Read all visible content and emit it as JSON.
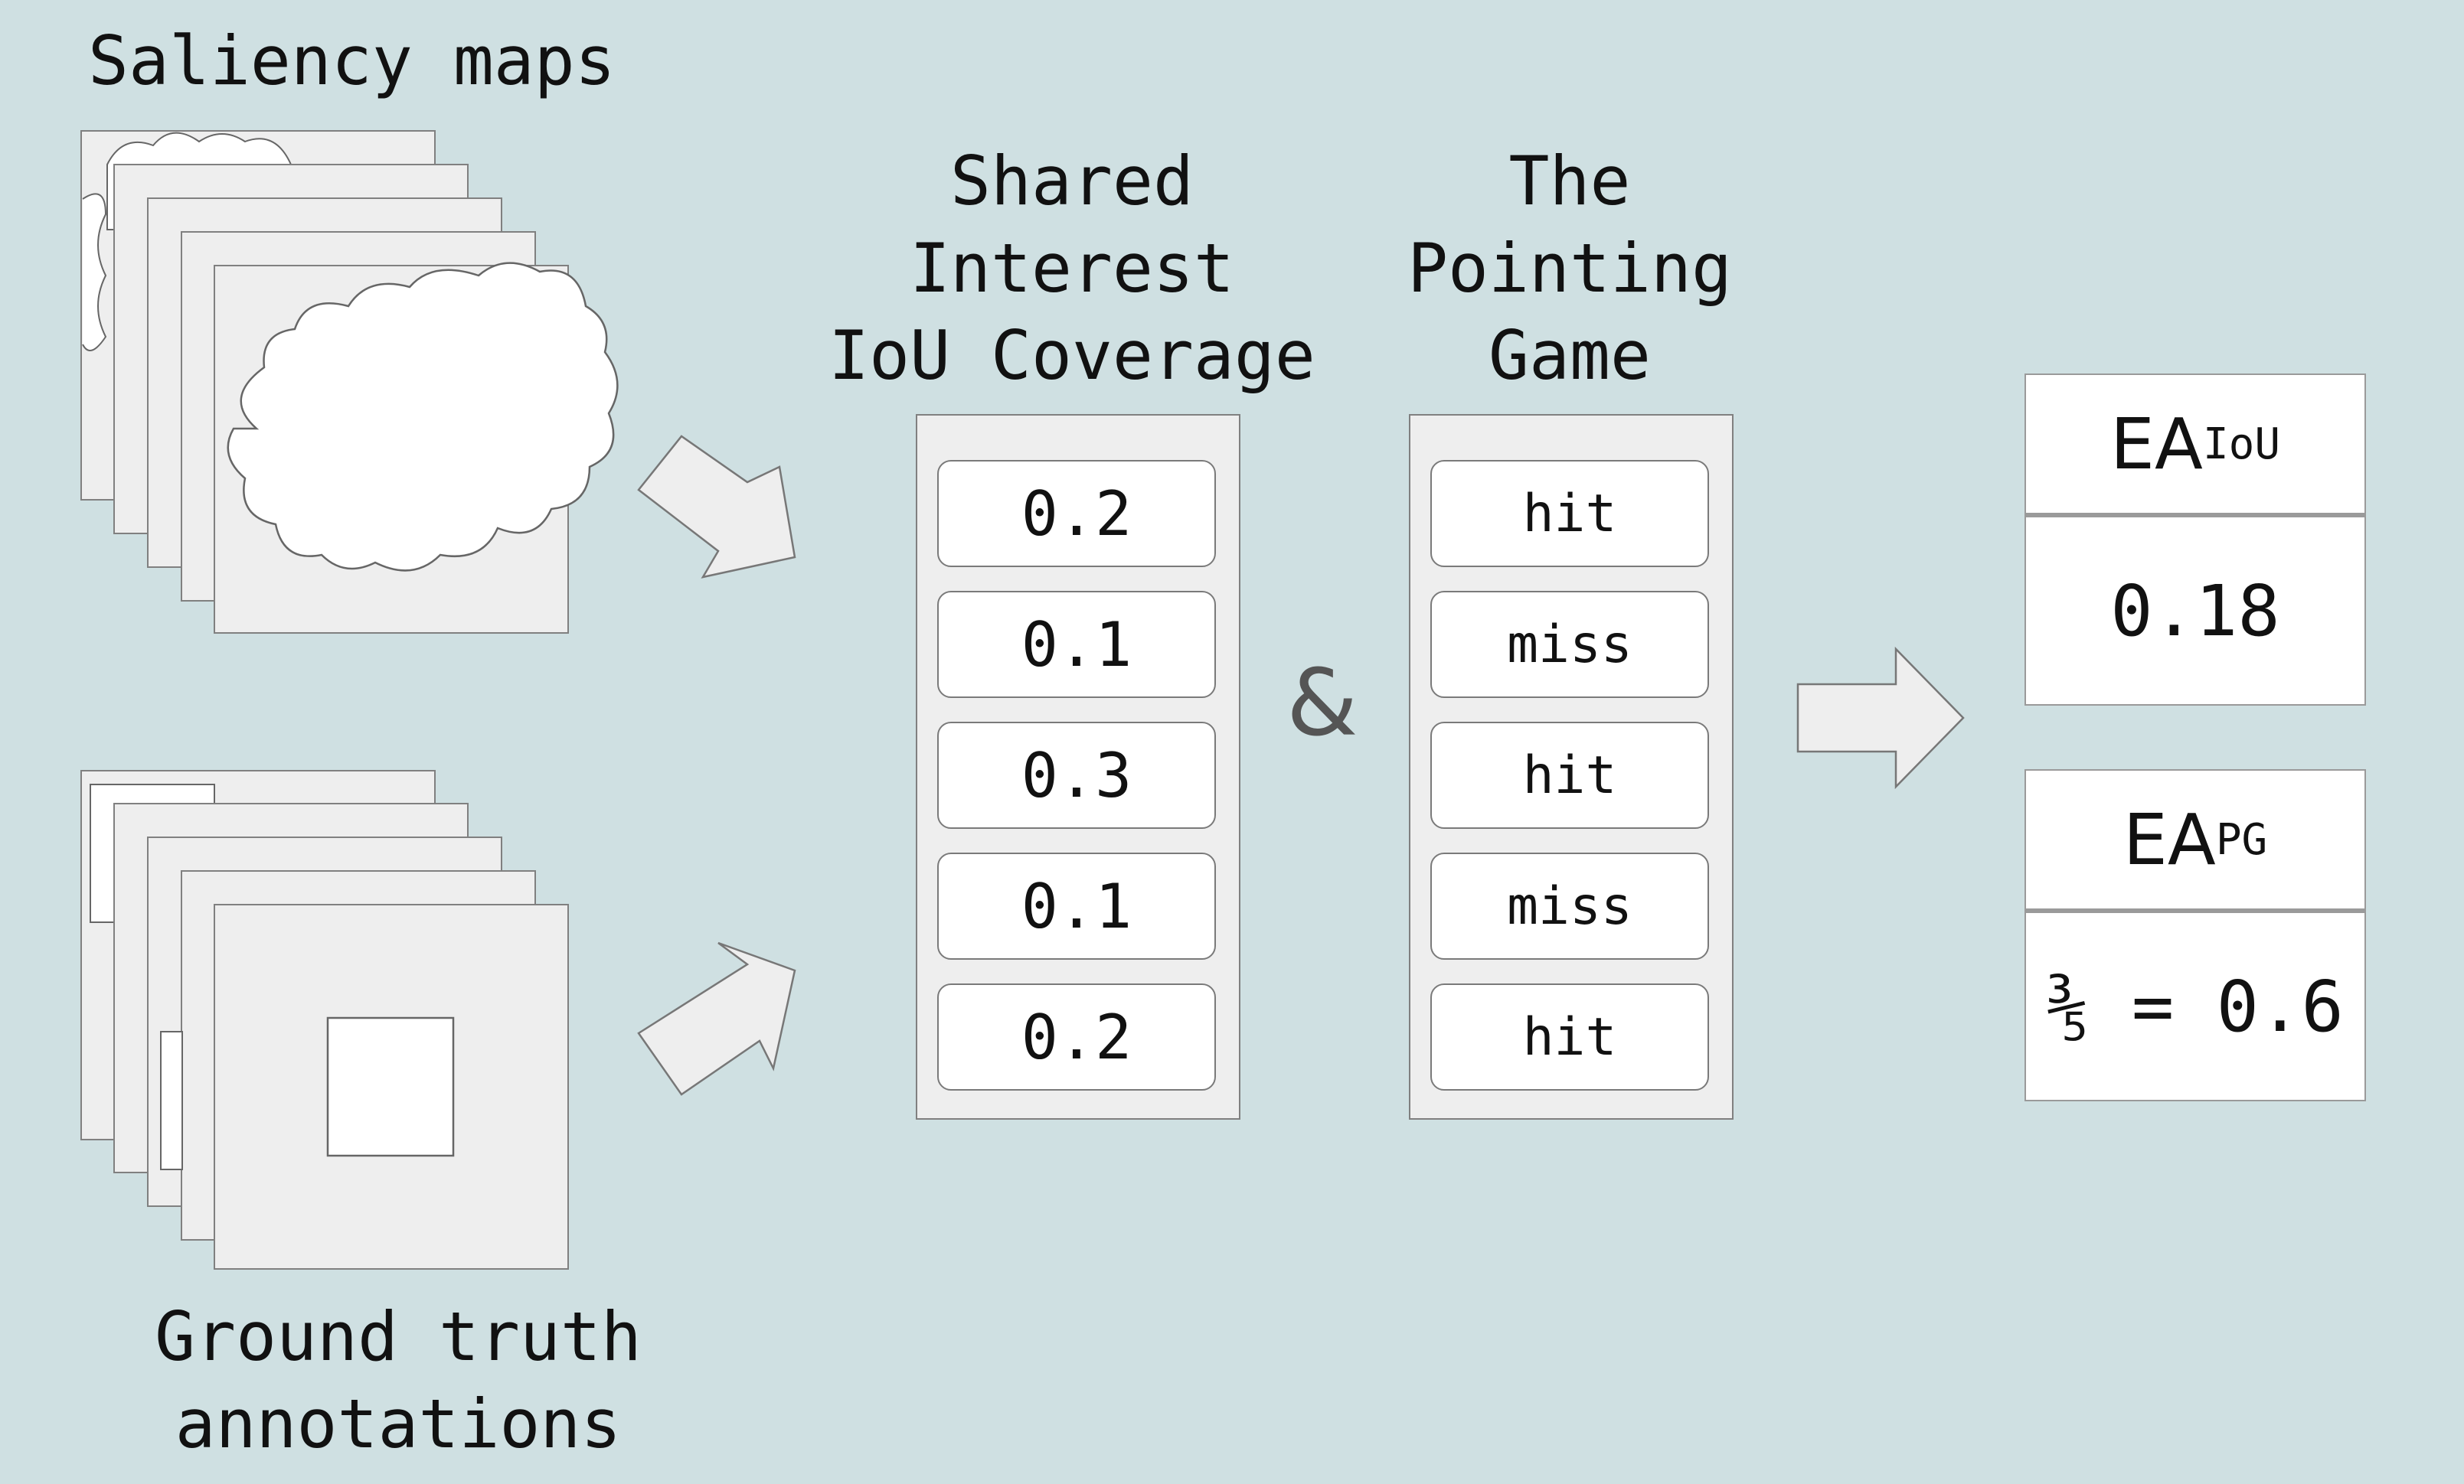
{
  "labels": {
    "saliency": "Saliency maps",
    "ground_truth_line1": "Ground truth",
    "ground_truth_line2": "annotations"
  },
  "shared_interest": {
    "title_lines": [
      "Shared",
      "Interest",
      "IoU Coverage"
    ],
    "values": [
      "0.2",
      "0.1",
      "0.3",
      "0.1",
      "0.2"
    ]
  },
  "ampersand": "&",
  "pointing_game": {
    "title_lines": [
      "The",
      "Pointing",
      "Game"
    ],
    "values": [
      "hit",
      "miss",
      "hit",
      "miss",
      "hit"
    ]
  },
  "results": {
    "iou": {
      "label": "EA",
      "subscript": "IoU",
      "value": "0.18"
    },
    "pg": {
      "label": "EA",
      "subscript": "PG",
      "value": "⅗ = 0.6"
    }
  },
  "colors": {
    "background": "#cfe0e2",
    "card_fill": "#eeeeee",
    "card_stroke": "#808080",
    "ampersand": "#555555"
  }
}
